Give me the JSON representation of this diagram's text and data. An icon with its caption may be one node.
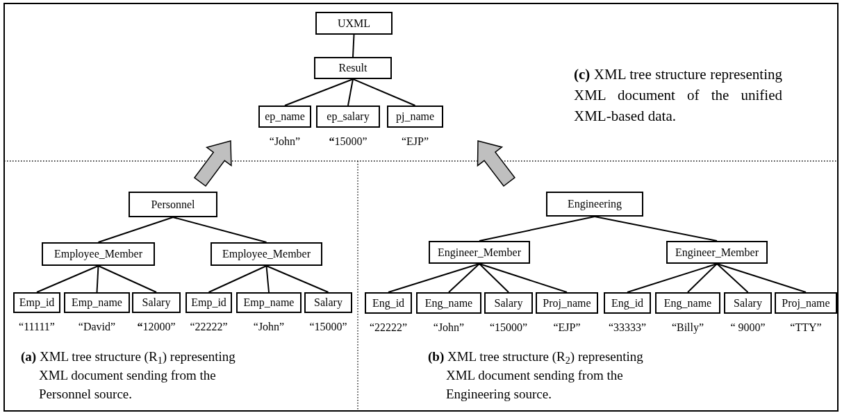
{
  "diagram": {
    "nodes": [
      {
        "text": [
          "UXML"
        ]
      },
      {
        "text": [
          "Result"
        ]
      },
      {
        "text": [
          "ep_name"
        ],
        "beside": [
          "“John”"
        ]
      },
      {
        "text": [
          "ep_salary"
        ],
        "beside": [
          "**“**15000”"
        ]
      },
      {
        "text": [
          "pj_name"
        ],
        "beside": [
          "“EJP”"
        ]
      },
      {
        "text": [
          "Personnel"
        ]
      },
      {
        "text": [
          "Employee_Member"
        ]
      },
      {
        "text": [
          "Employee_Member"
        ]
      },
      {
        "text": [
          "Emp_id"
        ],
        "beside": [
          "“11111”"
        ]
      },
      {
        "text": [
          "Emp_name"
        ],
        "beside": [
          "“David”"
        ]
      },
      {
        "text": [
          "Salary"
        ],
        "beside": [
          "**“**12000”"
        ]
      },
      {
        "text": [
          "Emp_id"
        ],
        "beside": [
          "“22222”"
        ]
      },
      {
        "text": [
          "Emp_name"
        ],
        "beside": [
          "“John”"
        ]
      },
      {
        "text": [
          "Salary"
        ],
        "beside": [
          "“15000”"
        ]
      },
      {
        "text": [
          "Engineering"
        ]
      },
      {
        "text": [
          "Engineer_Member"
        ]
      },
      {
        "text": [
          "Engineer_Member"
        ]
      },
      {
        "text": [
          "Eng_id"
        ],
        "beside": [
          "“22222”"
        ]
      },
      {
        "text": [
          "Eng_name"
        ],
        "beside": [
          "“John”"
        ]
      },
      {
        "text": [
          "Salary"
        ],
        "beside": [
          "“15000”"
        ]
      },
      {
        "text": [
          "Proj_name"
        ],
        "beside": [
          "“EJP”"
        ]
      },
      {
        "text": [
          "Eng_id"
        ],
        "beside": [
          "“33333”"
        ]
      },
      {
        "text": [
          "Eng_name"
        ],
        "beside": [
          "“Billy”"
        ]
      },
      {
        "text": [
          "Salary"
        ],
        "beside": [
          "“ 9000”"
        ]
      },
      {
        "text": [
          "Proj_name"
        ],
        "beside": [
          "“TTY”"
        ]
      }
    ],
    "edges": [
      {
        "from": 0,
        "to": 1,
        "arrow": "none"
      },
      {
        "from": 1,
        "to": 2,
        "arrow": "none"
      },
      {
        "from": 1,
        "to": 3,
        "arrow": "none"
      },
      {
        "from": 1,
        "to": 4,
        "arrow": "none"
      },
      {
        "from": 5,
        "to": 6,
        "arrow": "none"
      },
      {
        "from": 5,
        "to": 7,
        "arrow": "none"
      },
      {
        "from": 6,
        "to": 8,
        "arrow": "none"
      },
      {
        "from": 6,
        "to": 9,
        "arrow": "none"
      },
      {
        "from": 6,
        "to": 10,
        "arrow": "none"
      },
      {
        "from": 7,
        "to": 11,
        "arrow": "none"
      },
      {
        "from": 7,
        "to": 12,
        "arrow": "none"
      },
      {
        "from": 7,
        "to": 13,
        "arrow": "none"
      },
      {
        "from": 14,
        "to": 15,
        "arrow": "none"
      },
      {
        "from": 14,
        "to": 16,
        "arrow": "none"
      },
      {
        "from": 15,
        "to": 17,
        "arrow": "none"
      },
      {
        "from": 15,
        "to": 18,
        "arrow": "none"
      },
      {
        "from": 15,
        "to": 19,
        "arrow": "none"
      },
      {
        "from": 15,
        "to": 20,
        "arrow": "none"
      },
      {
        "from": 16,
        "to": 21,
        "arrow": "none"
      },
      {
        "from": 16,
        "to": 22,
        "arrow": "none"
      },
      {
        "from": 16,
        "to": 23,
        "arrow": "none"
      },
      {
        "from": 16,
        "to": 24,
        "arrow": "none"
      }
    ],
    "labels": [
      "**(c)** XML tree structure representing XML document of the unified XML-based data.",
      "**(a)** XML tree structure (R$_{1}$) representing XML document sending from the Personnel source.",
      "**(b)** XML tree structure (R$_{2}$) representing XML document sending from the Engineering source."
    ]
  }
}
